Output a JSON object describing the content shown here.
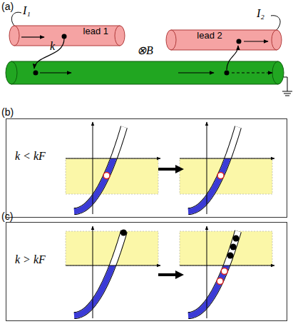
{
  "diagram": {
    "nodes": [
      {
        "text": [
          "lead 1"
        ]
      },
      {
        "text": [
          "lead 2"
        ]
      },
      {
        "text": [
          "k < kF"
        ]
      },
      {
        "text": [
          "k > kF"
        ]
      }
    ],
    "labels": [
      "(a)",
      "I₁",
      "k",
      "⊗B",
      "I₂",
      "(b)",
      "(c)"
    ]
  }
}
